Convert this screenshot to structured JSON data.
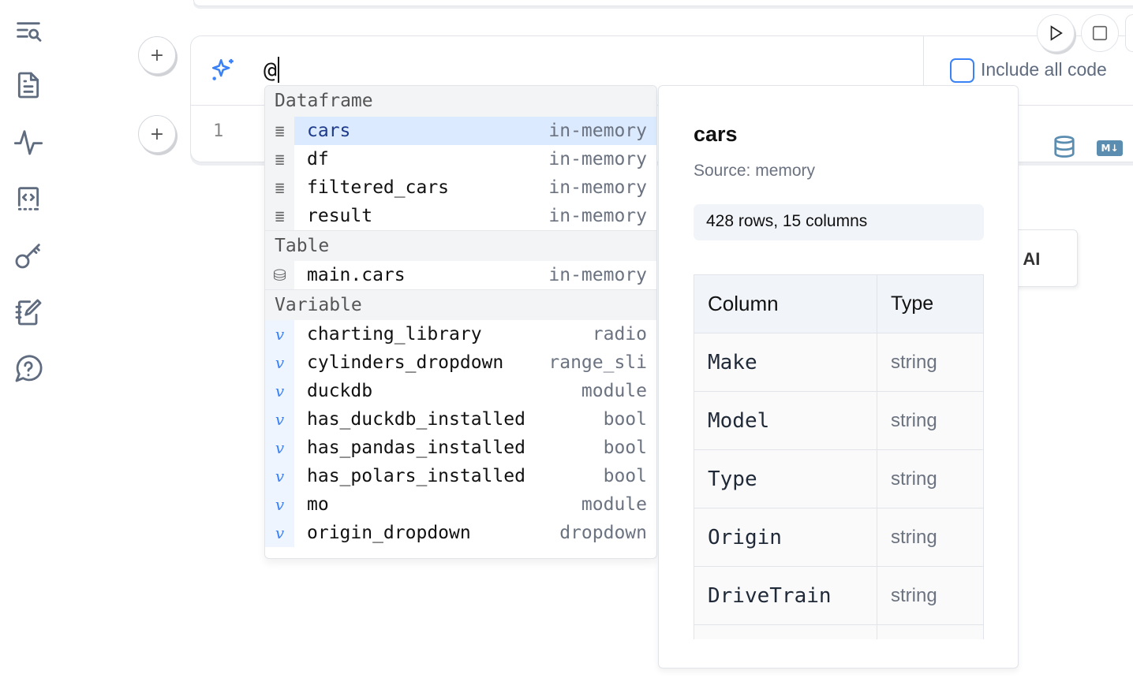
{
  "sidebar": {
    "items": [
      {
        "icon": "search-list-icon"
      },
      {
        "icon": "file-text-icon"
      },
      {
        "icon": "activity-icon"
      },
      {
        "icon": "code-square-icon"
      },
      {
        "icon": "key-icon"
      },
      {
        "icon": "notebook-pen-icon"
      },
      {
        "icon": "help-circle-icon"
      }
    ]
  },
  "cell": {
    "input_value": "@",
    "line_number": "1",
    "include_all_code_label": "Include all code",
    "include_all_code_checked": false,
    "ai_button_partial": "l AI"
  },
  "autocomplete": {
    "accent": "#3b82f6",
    "groups": [
      {
        "label": "Dataframe",
        "items": [
          {
            "name": "cars",
            "type": "in-memory",
            "selected": true
          },
          {
            "name": "df",
            "type": "in-memory"
          },
          {
            "name": "filtered_cars",
            "type": "in-memory"
          },
          {
            "name": "result",
            "type": "in-memory"
          }
        ]
      },
      {
        "label": "Table",
        "items": [
          {
            "name": "main.cars",
            "type": "in-memory"
          }
        ]
      },
      {
        "label": "Variable",
        "items": [
          {
            "name": "charting_library",
            "type": "radio"
          },
          {
            "name": "cylinders_dropdown",
            "type": "range_sli"
          },
          {
            "name": "duckdb",
            "type": "module"
          },
          {
            "name": "has_duckdb_installed",
            "type": "bool"
          },
          {
            "name": "has_pandas_installed",
            "type": "bool"
          },
          {
            "name": "has_polars_installed",
            "type": "bool"
          },
          {
            "name": "mo",
            "type": "module"
          },
          {
            "name": "origin_dropdown",
            "type": "dropdown"
          }
        ]
      }
    ]
  },
  "info": {
    "title": "cars",
    "source": "Source: memory",
    "summary": "428 rows, 15 columns",
    "headers": [
      "Column",
      "Type"
    ],
    "rows": [
      [
        "Make",
        "string"
      ],
      [
        "Model",
        "string"
      ],
      [
        "Type",
        "string"
      ],
      [
        "Origin",
        "string"
      ],
      [
        "DriveTrain",
        "string"
      ]
    ]
  }
}
